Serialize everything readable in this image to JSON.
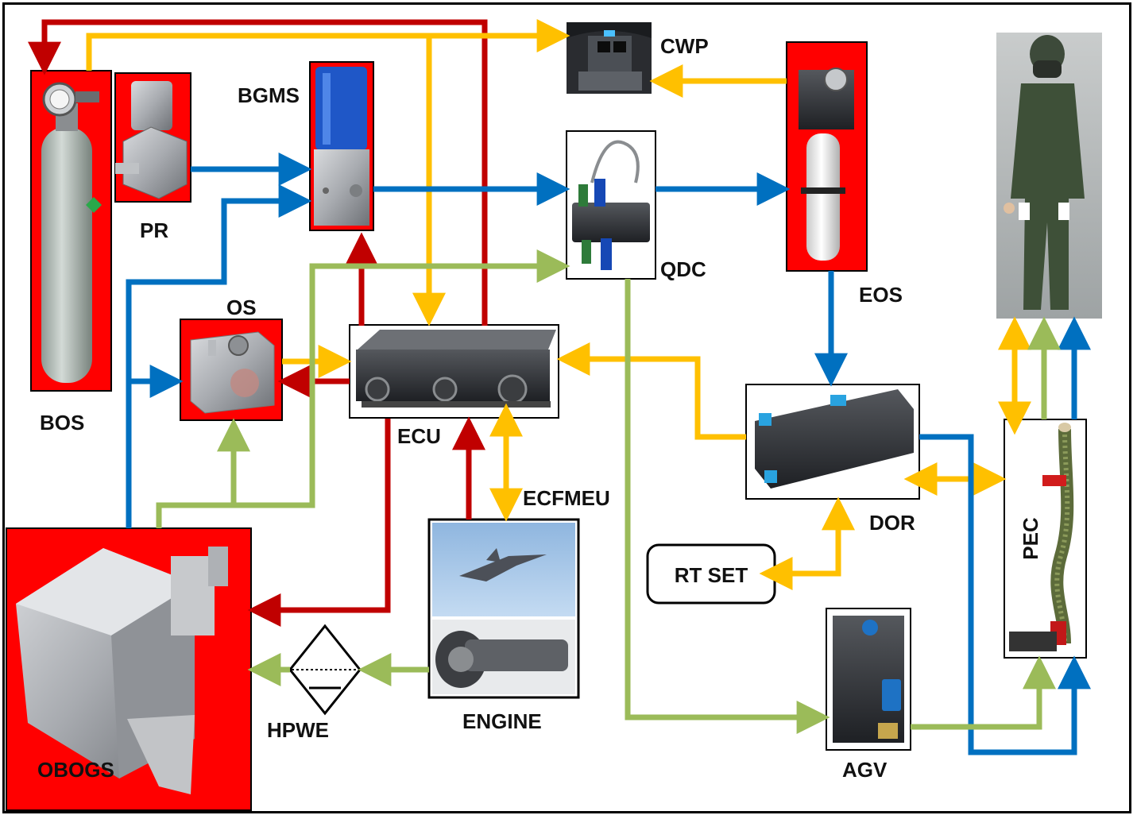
{
  "colors": {
    "red": "#c00000",
    "yellow": "#ffc000",
    "blue": "#0070c0",
    "green": "#9bbb59",
    "panel_red": "#ff0000",
    "metal": "#9a9da2",
    "dark": "#2e3034"
  },
  "labels": {
    "bos": "BOS",
    "pr": "PR",
    "bgms": "BGMS",
    "cwp": "CWP",
    "qdc": "QDC",
    "eos": "EOS",
    "os": "OS",
    "ecu": "ECU",
    "ecfmeu": "ECFMEU",
    "dor": "DOR",
    "rt_set": "RT SET",
    "pec": "PEC",
    "obogs": "OBOGS",
    "hpwe": "HPWE",
    "engine": "ENGINE",
    "agv": "AGV"
  }
}
